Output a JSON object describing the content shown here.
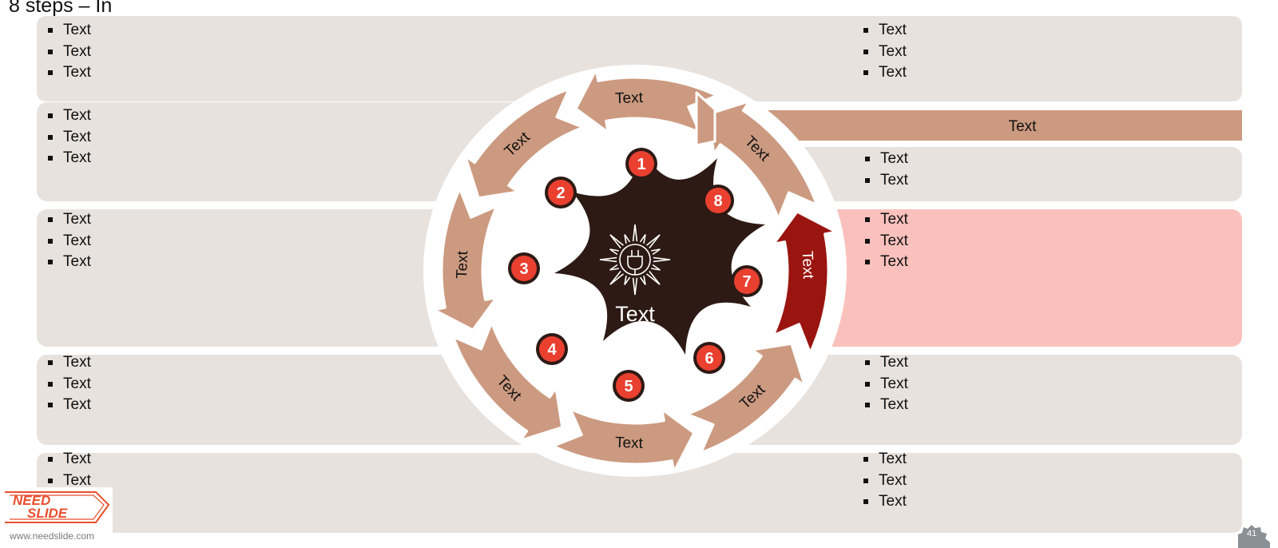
{
  "title": "8 steps – In",
  "center_label": "Text",
  "banner_label": "Text",
  "arrows": [
    {
      "label": "Text"
    },
    {
      "label": "Text"
    },
    {
      "label": "Text"
    },
    {
      "label": "Text"
    },
    {
      "label": "Text"
    },
    {
      "label": "Text"
    },
    {
      "label": "Text"
    },
    {
      "label": "Text"
    }
  ],
  "steps": [
    "1",
    "2",
    "3",
    "4",
    "5",
    "6",
    "7",
    "8"
  ],
  "blocks": [
    {
      "items": [
        "Text",
        "Text",
        "Text"
      ]
    },
    {
      "items": [
        "Text",
        "Text",
        "Text"
      ]
    },
    {
      "items": [
        "Text",
        "Text",
        "Text"
      ]
    },
    {
      "items": [
        "Text",
        "Text",
        "Text"
      ]
    },
    {
      "items": [
        "Text",
        "Text"
      ]
    },
    {
      "items": [
        "Text",
        "Text",
        "Text"
      ]
    },
    {
      "items": [
        "Text",
        "Text",
        "Text"
      ]
    },
    {
      "items": [
        "Text",
        "Text",
        "Text"
      ]
    },
    {
      "items": [
        "Text",
        "Text",
        "Text"
      ]
    },
    {
      "items": [
        "Text",
        "Text",
        "Text"
      ]
    }
  ],
  "logo": {
    "line1": "NEED",
    "line2": "SLIDE"
  },
  "url": "www.needslide.com",
  "page_number": "41",
  "colors": {
    "panel": "#e7e2de",
    "panel_highlight": "#fac1bc",
    "arrow": "#cc9a80",
    "arrow_highlight": "#9a1510",
    "star": "#2d1a14",
    "badge": "#e94030",
    "logo": "#e94e2d"
  }
}
